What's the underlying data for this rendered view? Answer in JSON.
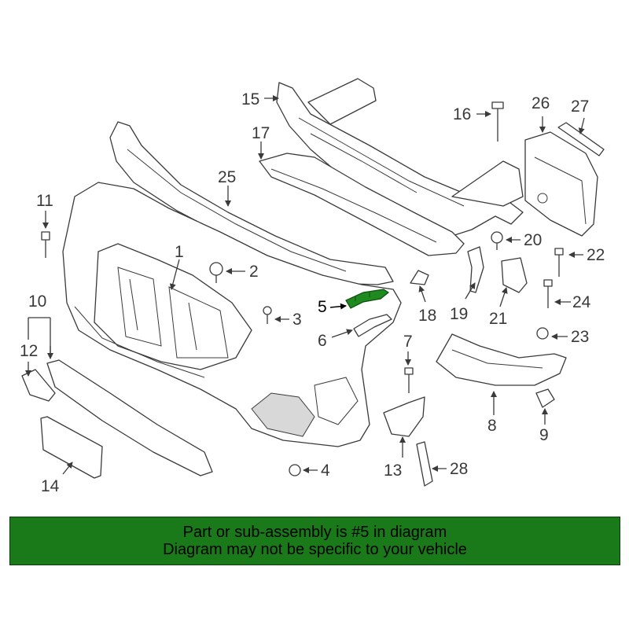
{
  "part_numbers": [
    "1",
    "2",
    "3",
    "4",
    "5",
    "6",
    "7",
    "8",
    "9",
    "10",
    "11",
    "12",
    "13",
    "14",
    "15",
    "16",
    "17",
    "18",
    "19",
    "20",
    "21",
    "22",
    "23",
    "24",
    "25",
    "26",
    "27",
    "28"
  ],
  "highlighted_part": "5",
  "banner": {
    "line1": "Part or sub-assembly is #5 in diagram",
    "line2": "Diagram may not be specific to your vehicle",
    "background": "#1a7a1a"
  },
  "colors": {
    "lines": "#3a3a3a",
    "highlight": "#1f8a1f"
  }
}
